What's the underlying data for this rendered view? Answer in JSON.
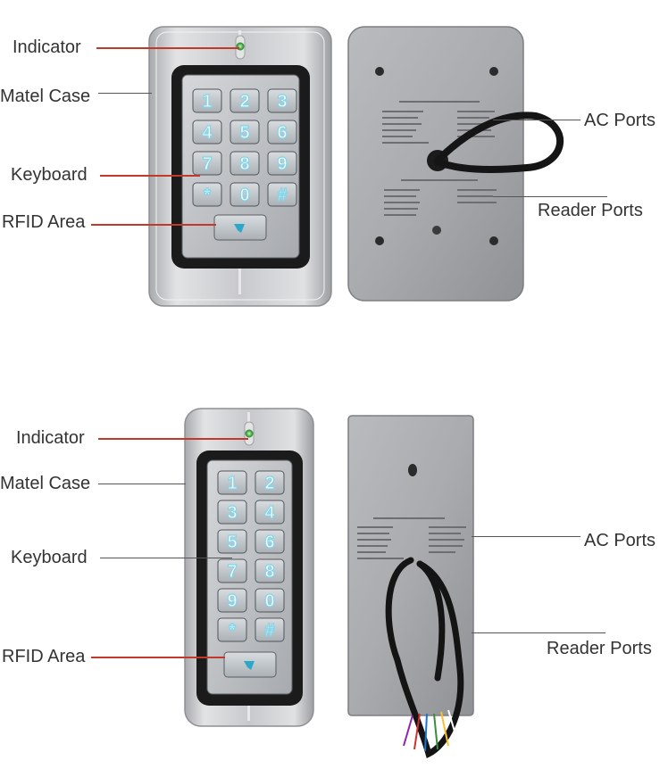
{
  "top": {
    "labels": {
      "indicator": "Indicator",
      "case": "Matel Case",
      "keyboard": "Keyboard",
      "rfid": "RFID Area",
      "ac_ports": "AC Ports",
      "reader_ports": "Reader Ports"
    },
    "keys": [
      "1",
      "2",
      "3",
      "4",
      "5",
      "6",
      "7",
      "8",
      "9",
      "*",
      "0",
      "#"
    ]
  },
  "bottom": {
    "labels": {
      "indicator": "Indicator",
      "case": "Matel Case",
      "keyboard": "Keyboard",
      "rfid": "RFID Area",
      "ac_ports": "AC Ports",
      "reader_ports": "Reader Ports"
    },
    "keys": [
      "1",
      "2",
      "3",
      "4",
      "5",
      "6",
      "7",
      "8",
      "9",
      "0",
      "*",
      "#"
    ]
  },
  "colors": {
    "metal_light": "#d9dadc",
    "metal_dark": "#9a9c9f",
    "keypad_dark": "#1e1e1e",
    "key_face": "#c8ccd0",
    "key_glow": "#7fd6ea",
    "led": "#4caf50",
    "pointer_red": "#c0392b"
  }
}
